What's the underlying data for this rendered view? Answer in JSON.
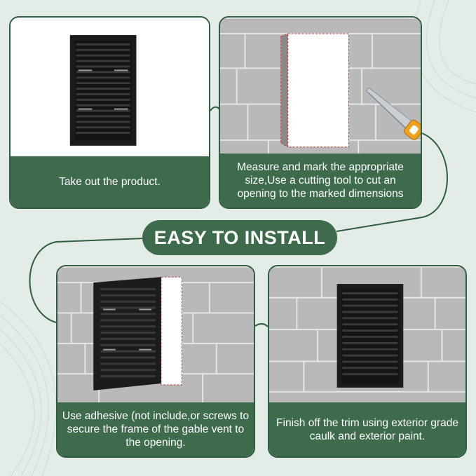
{
  "title": "EASY TO INSTALL",
  "steps": [
    {
      "caption": "Take out the product."
    },
    {
      "caption": "Measure and mark the appropriate size,Use a cutting tool to cut an opening to the marked dimensions"
    },
    {
      "caption": "Use adhesive (not include,or screws to secure the frame of the gable vent to the opening."
    },
    {
      "caption": "Finish off the trim using exterior grade caulk and exterior paint."
    }
  ],
  "colors": {
    "accent_green": "#3e6b4b",
    "border_green": "#2f5e3f",
    "vent_black": "#1c1c1c",
    "wall_gray": "#b9b9b9",
    "mark_red": "#c0392b"
  },
  "icons": [
    "hand-saw-icon"
  ]
}
